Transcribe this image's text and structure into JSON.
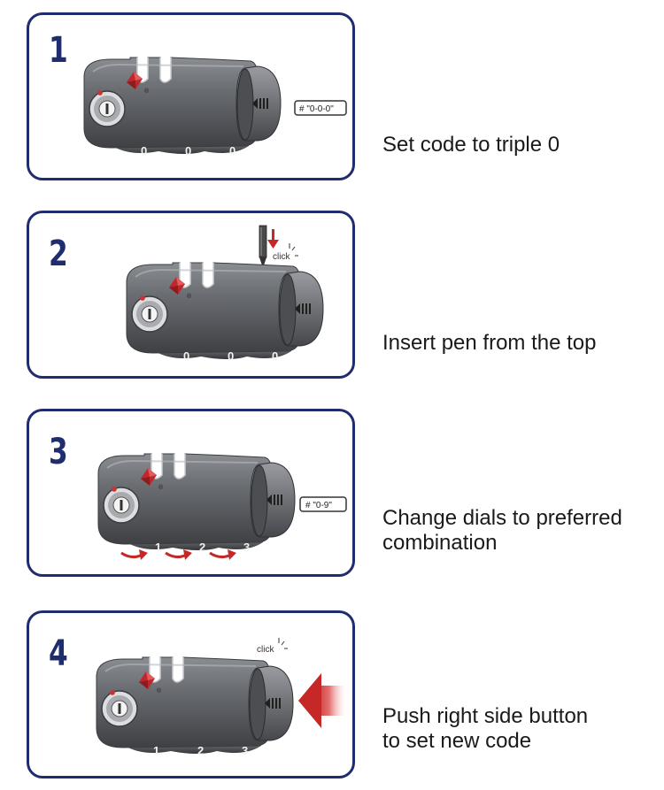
{
  "colors": {
    "panel_border": "#1f2d6e",
    "step_number": "#1f2d6e",
    "lock_body": "#5e6166",
    "tsa_diamond": "#c0272d",
    "arrow_red": "#c62828"
  },
  "steps": [
    {
      "number": "1",
      "caption_lines": [
        "Set code to triple 0"
      ],
      "tag": "# \"0-0-0\"",
      "dials": [
        "0",
        "0",
        "0"
      ]
    },
    {
      "number": "2",
      "caption_lines": [
        "Insert pen from the top"
      ],
      "click_label": "click",
      "dials": [
        "0",
        "0",
        "0"
      ]
    },
    {
      "number": "3",
      "caption_lines": [
        "Change dials to preferred",
        "combination"
      ],
      "tag": "# \"0-9\"",
      "dials": [
        "1",
        "2",
        "3"
      ]
    },
    {
      "number": "4",
      "caption_lines": [
        "Push right side button",
        "to set new code"
      ],
      "click_label": "click",
      "dials": [
        "1",
        "2",
        "3"
      ]
    }
  ]
}
